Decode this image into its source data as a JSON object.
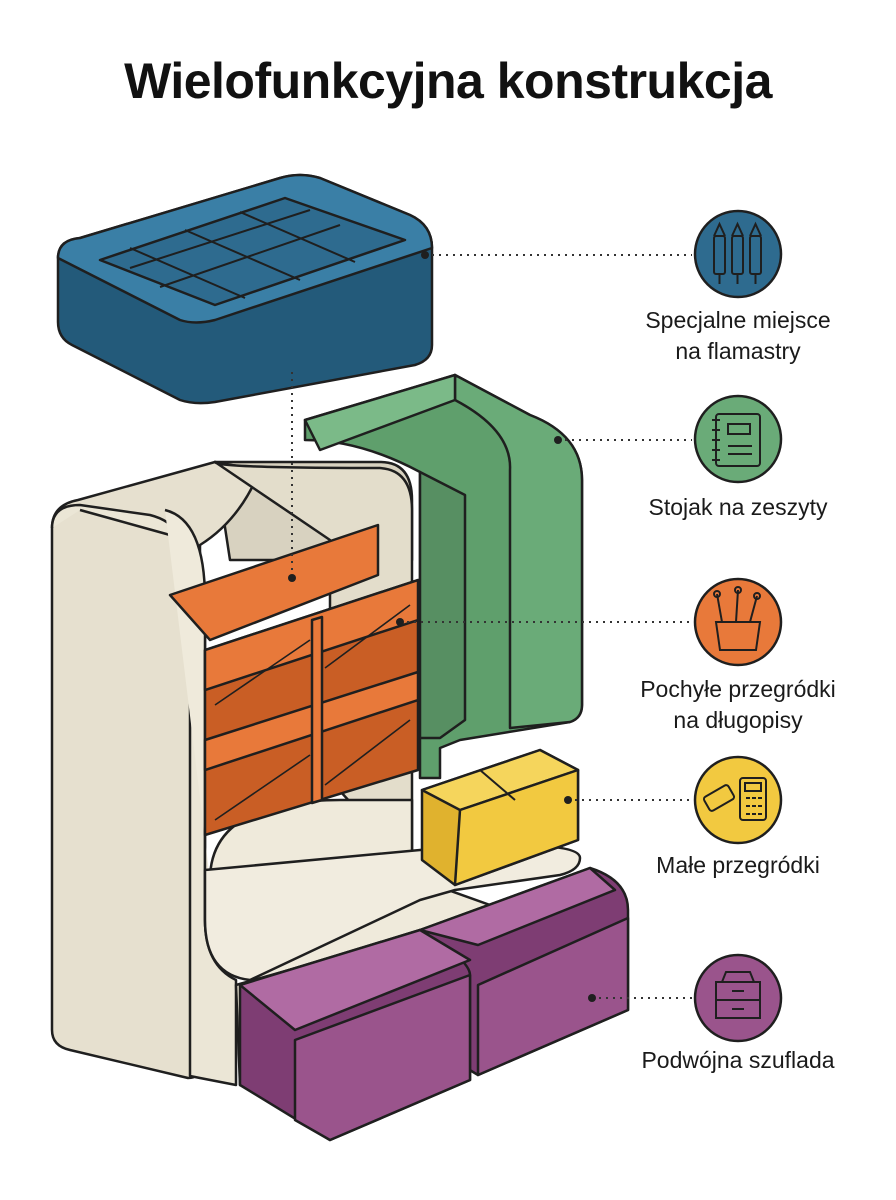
{
  "title": "Wielofunkcyjna konstrukcja",
  "colors": {
    "tray": "#2e6b8f",
    "stand": "#6aab78",
    "pen_dividers": "#e8793a",
    "small_dividers": "#f2c940",
    "drawers": "#9a548c",
    "body": "#ebe6d6",
    "outline": "#1f1f1f"
  },
  "features": [
    {
      "lines": [
        "Specjalne miejsce",
        "na flamastry"
      ],
      "icon": "markers-icon",
      "color": "#2e6b8f"
    },
    {
      "lines": [
        "Stojak na zeszyty"
      ],
      "icon": "notebook-icon",
      "color": "#6aab78"
    },
    {
      "lines": [
        "Pochyłe przegródki",
        "na długopisy"
      ],
      "icon": "pen-cup-icon",
      "color": "#e8793a"
    },
    {
      "lines": [
        "Małe przegródki"
      ],
      "icon": "eraser-calculator-icon",
      "color": "#f2c940"
    },
    {
      "lines": [
        "Podwójna szuflada"
      ],
      "icon": "drawers-icon",
      "color": "#9a548c"
    }
  ]
}
